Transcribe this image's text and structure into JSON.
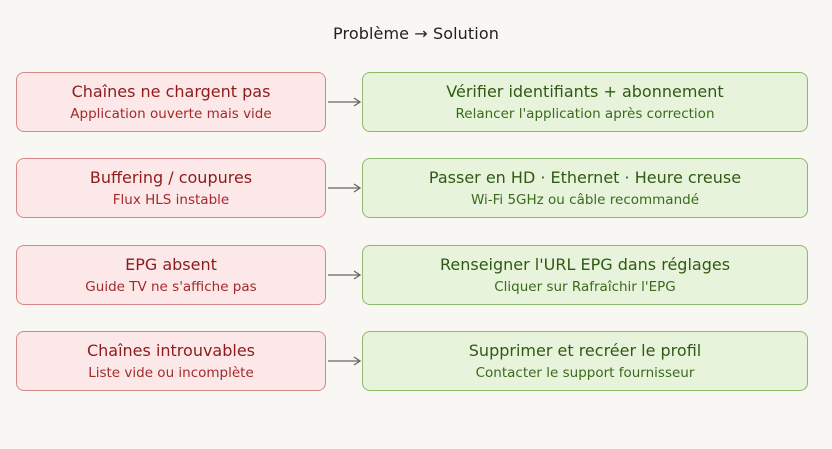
{
  "title": "Problème → Solution",
  "colors": {
    "problem_fill": "#fce8e8",
    "problem_border": "#d98686",
    "problem_text": "#8e1b1b",
    "solution_fill": "#e8f3dc",
    "solution_border": "#8fb86a",
    "solution_text": "#2e5a12",
    "arrow": "#666666"
  },
  "rows": [
    {
      "problem": {
        "title": "Chaînes ne chargent pas",
        "detail": "Application ouverte mais vide"
      },
      "solution": {
        "title": "Vérifier identifiants + abonnement",
        "detail": "Relancer l'application après correction"
      }
    },
    {
      "problem": {
        "title": "Buffering / coupures",
        "detail": "Flux HLS instable"
      },
      "solution": {
        "title": "Passer en HD · Ethernet · Heure creuse",
        "detail": "Wi-Fi 5GHz ou câble recommandé"
      }
    },
    {
      "problem": {
        "title": "EPG absent",
        "detail": "Guide TV ne s'affiche pas"
      },
      "solution": {
        "title": "Renseigner l'URL EPG dans réglages",
        "detail": "Cliquer sur Rafraîchir l'EPG"
      }
    },
    {
      "problem": {
        "title": "Chaînes introuvables",
        "detail": "Liste vide ou incomplète"
      },
      "solution": {
        "title": "Supprimer et recréer le profil",
        "detail": "Contacter le support fournisseur"
      }
    }
  ]
}
